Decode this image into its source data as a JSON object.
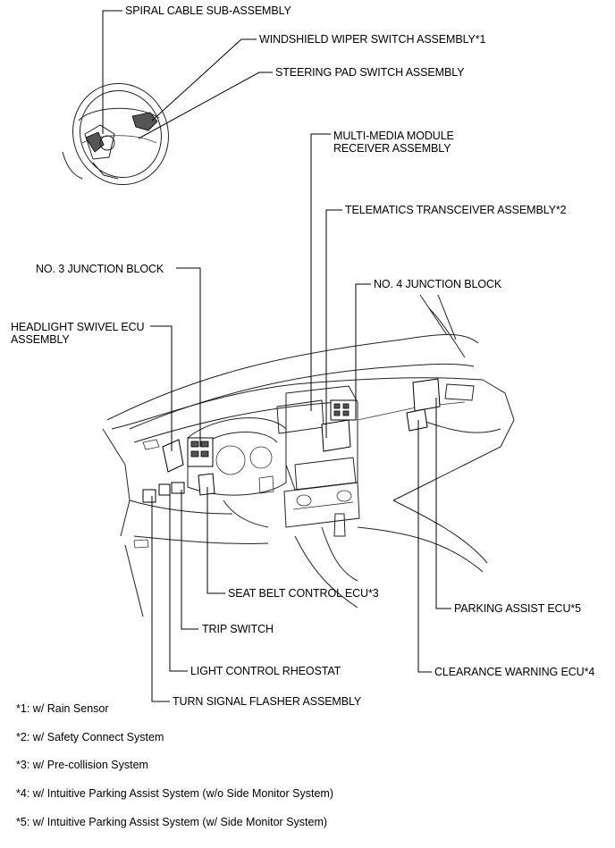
{
  "labels": {
    "spiral_cable": "SPIRAL CABLE SUB-ASSEMBLY",
    "wiper_switch": "WINDSHIELD WIPER SWITCH ASSEMBLY*1",
    "steering_pad": "STEERING PAD SWITCH ASSEMBLY",
    "multimedia_line1": "MULTI-MEDIA MODULE",
    "multimedia_line2": "RECEIVER ASSEMBLY",
    "telematics": "TELEMATICS TRANSCEIVER ASSEMBLY*2",
    "junction3": "NO. 3 JUNCTION BLOCK",
    "junction4": "NO. 4 JUNCTION BLOCK",
    "headlight_line1": "HEADLIGHT SWIVEL ECU",
    "headlight_line2": "ASSEMBLY",
    "seat_belt": "SEAT BELT CONTROL ECU*3",
    "parking_assist": "PARKING ASSIST ECU*5",
    "trip_switch": "TRIP SWITCH",
    "light_rheostat": "LIGHT CONTROL RHEOSTAT",
    "clearance_warning": "CLEARANCE WARNING ECU*4",
    "turn_signal": "TURN SIGNAL FLASHER ASSEMBLY"
  },
  "notes": [
    "*1: w/ Rain Sensor",
    "*2: w/ Safety Connect System",
    "*3: w/ Pre-collision System",
    "*4: w/ Intuitive Parking Assist System (w/o Side Monitor System)",
    "*5: w/ Intuitive Parking Assist System (w/ Side Monitor System)"
  ]
}
